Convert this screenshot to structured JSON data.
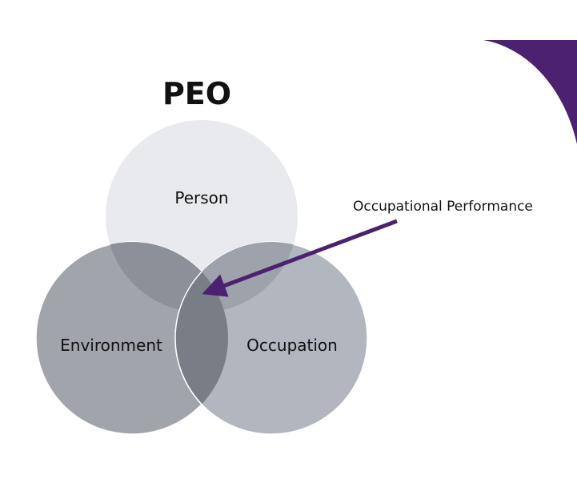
{
  "title": "PEO",
  "circles": {
    "person": {
      "label": "Person",
      "fill": "#e8eaed"
    },
    "environment": {
      "label": "Environment",
      "fill": "#a1a4ab"
    },
    "occupation": {
      "label": "Occupation",
      "fill": "#b1b6bf"
    }
  },
  "overlaps": {
    "person_environment": "#8c9199",
    "person_occupation": "#9da2ab",
    "environment_occupation": "#787d86"
  },
  "callout": {
    "label": "Occupational Performance",
    "arrow_color": "#4b2170"
  },
  "accent_color": "#4b2170"
}
